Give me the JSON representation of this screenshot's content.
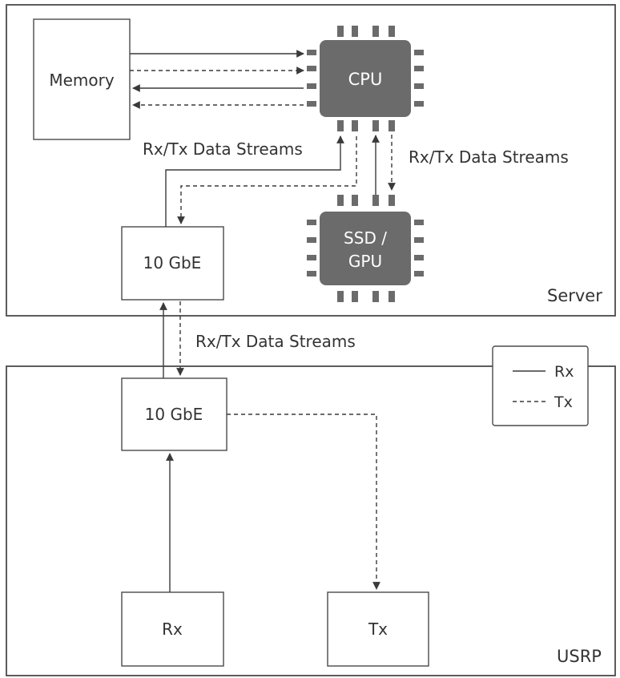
{
  "server": {
    "label": "Server",
    "memory_label": "Memory",
    "cpu_label": "CPU",
    "ssd_gpu_line1": "SSD /",
    "ssd_gpu_line2": "GPU",
    "nic_label": "10 GbE",
    "streams_left_label": "Rx/Tx Data Streams",
    "streams_right_label": "Rx/Tx Data Streams"
  },
  "link": {
    "streams_label": "Rx/Tx Data Streams"
  },
  "usrp": {
    "label": "USRP",
    "nic_label": "10 GbE",
    "rx_label": "Rx",
    "tx_label": "Tx"
  },
  "legend": {
    "rx_label": "Rx",
    "tx_label": "Tx"
  },
  "colors": {
    "chip": "#6b6b6b",
    "line": "#3a3a3a",
    "border": "#4a4a4a"
  }
}
